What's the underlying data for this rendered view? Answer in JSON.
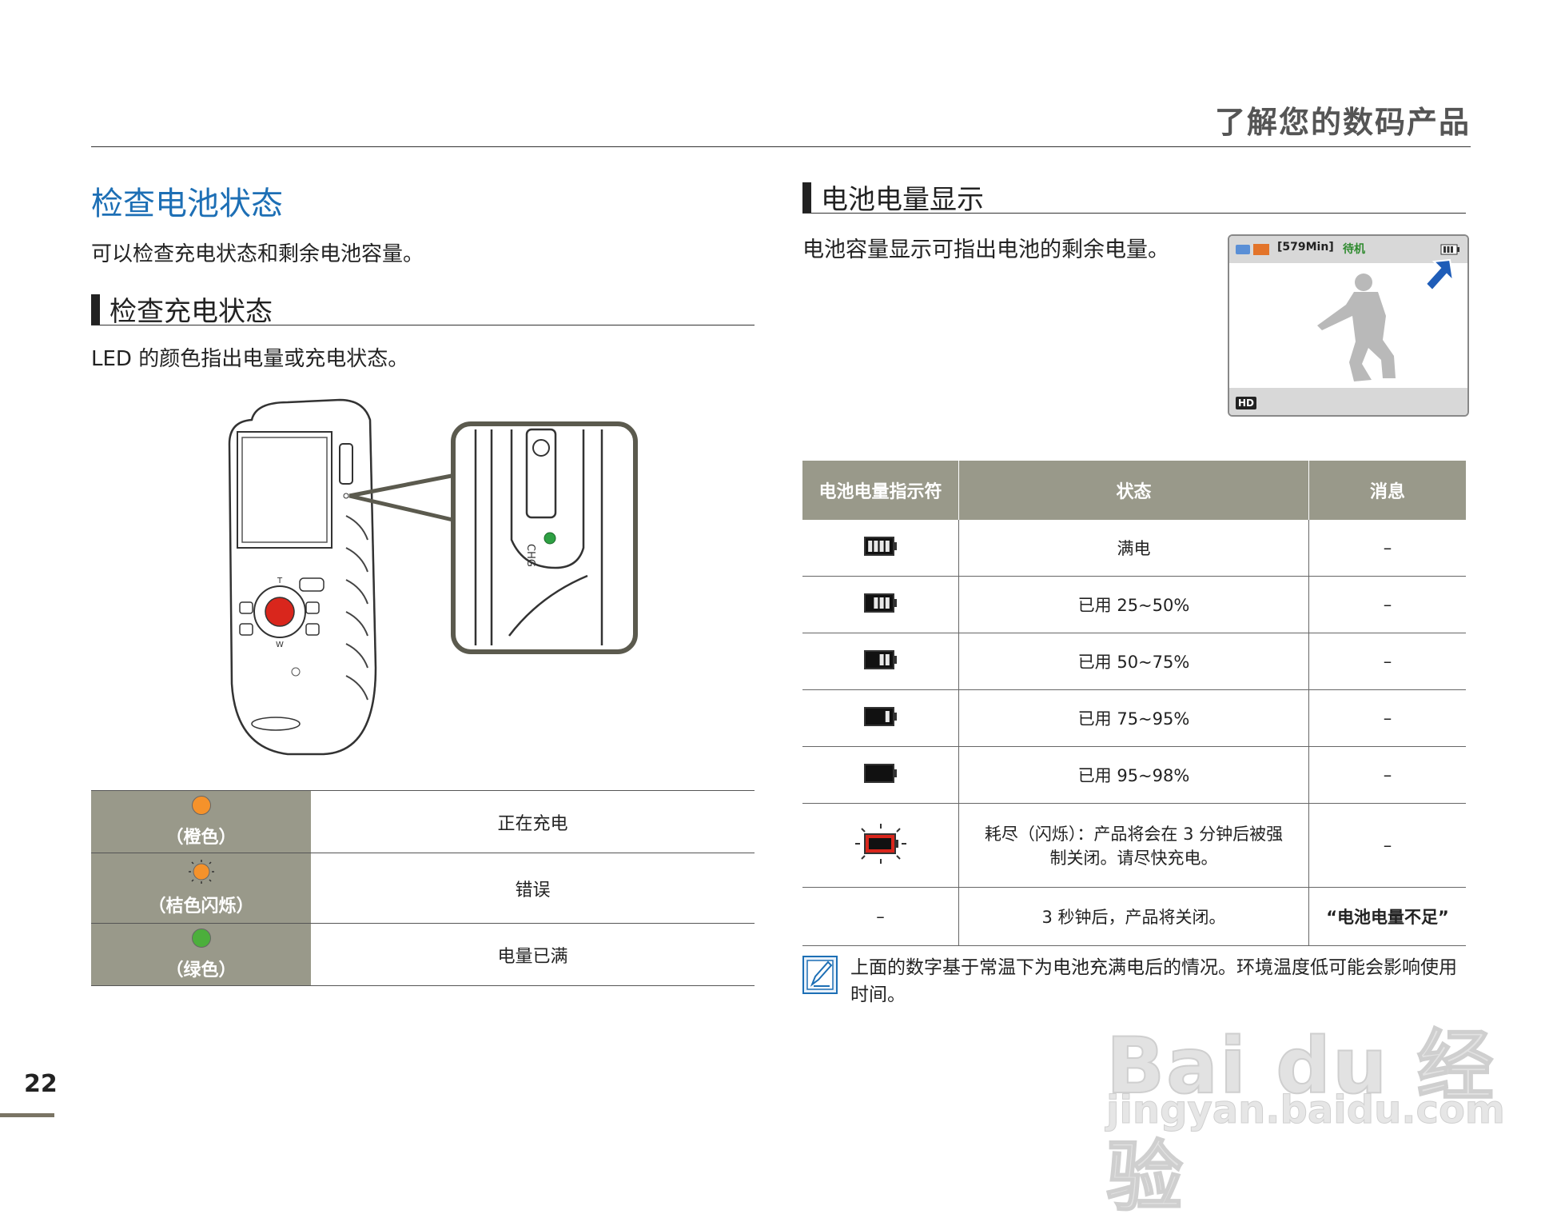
{
  "header": {
    "title": "了解您的数码产品"
  },
  "left": {
    "section_title": "检查电池状态",
    "intro": "可以检查充电状态和剩余电池容量。",
    "charge_heading": "检查充电状态",
    "led_intro": "LED 的颜色指出电量或充电状态。",
    "device_label_chg": "CHG",
    "device_label_t": "T",
    "device_label_w": "W",
    "led_table": [
      {
        "color_name": "（橙色）",
        "status": "正在充电",
        "dot_color": "#f5922b",
        "blink": false
      },
      {
        "color_name": "（桔色闪烁）",
        "status": "错误",
        "dot_color": "#f5922b",
        "blink": true
      },
      {
        "color_name": "（绿色）",
        "status": "电量已满",
        "dot_color": "#4caf3c",
        "blink": false
      }
    ]
  },
  "right": {
    "heading": "电池电量显示",
    "description": "电池容量显示可指出电池的剩余电量。",
    "preview": {
      "time": "[579Min]",
      "standby": "待机",
      "hd": "HD"
    },
    "table_headers": [
      "电池电量指示符",
      "状态",
      "消息"
    ],
    "rows": [
      {
        "level": 4,
        "status": "满电",
        "message": "–"
      },
      {
        "level": 3,
        "status": "已用 25~50%",
        "message": "–"
      },
      {
        "level": 2,
        "status": "已用 50~75%",
        "message": "–"
      },
      {
        "level": 1,
        "status": "已用 75~95%",
        "message": "–"
      },
      {
        "level": 0,
        "status": "已用 95~98%",
        "message": "–"
      },
      {
        "level": -1,
        "status_line1": "耗尽（闪烁）：产品将会在 3 分钟后被强",
        "status_line2": "制关闭。请尽快充电。",
        "message": "–"
      },
      {
        "indicator": "–",
        "status": "3 秒钟后，产品将关闭。",
        "message": "“电池电量不足”"
      }
    ],
    "note": "上面的数字基于常温下为电池充满电后的情况。环境温度低可能会影响使用时间。"
  },
  "page_number": "22",
  "watermark": {
    "logo": "Bai du 经验",
    "url": "jingyan.baidu.com"
  },
  "colors": {
    "title_blue": "#1d6fb5",
    "table_header": "#99998a",
    "low_battery_red": "#d9261c"
  }
}
